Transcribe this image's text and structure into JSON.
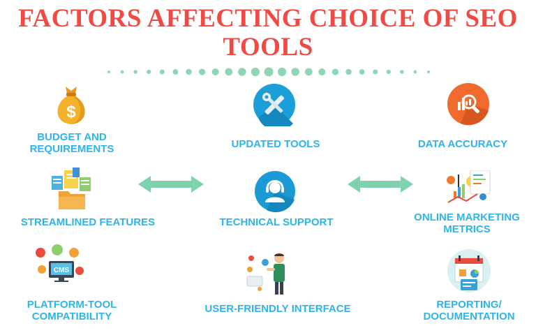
{
  "title": "FACTORS AFFECTING CHOICE OF SEO\nTOOLS",
  "colors": {
    "title": "#ef4b44",
    "label": "#2fb4ea",
    "arrow": "#7ed3ae",
    "dots": "#8fd6b5"
  },
  "factors": {
    "budget": {
      "label": "BUDGET AND\nREQUIREMENTS",
      "icon": "money-bag-icon"
    },
    "updated": {
      "label": "UPDATED TOOLS",
      "icon": "tools-icon"
    },
    "accuracy": {
      "label": "DATA ACCURACY",
      "icon": "magnifier-chart-icon"
    },
    "streamlined": {
      "label": "STREAMLINED FEATURES",
      "icon": "documents-folder-icon"
    },
    "support": {
      "label": "TECHNICAL SUPPORT",
      "icon": "headset-support-icon"
    },
    "metrics": {
      "label": "ONLINE MARKETING\nMETRICS",
      "icon": "marketing-metrics-icon"
    },
    "platform": {
      "label": "PLATFORM-TOOL\nCOMPATIBILITY",
      "icon": "cms-monitor-icon"
    },
    "interface": {
      "label": "USER-FRIENDLY INTERFACE",
      "icon": "user-interface-icon"
    },
    "reporting": {
      "label": "REPORTING/\nDOCUMENTATION",
      "icon": "report-calendar-icon"
    }
  },
  "center_icon_text": "CMS"
}
